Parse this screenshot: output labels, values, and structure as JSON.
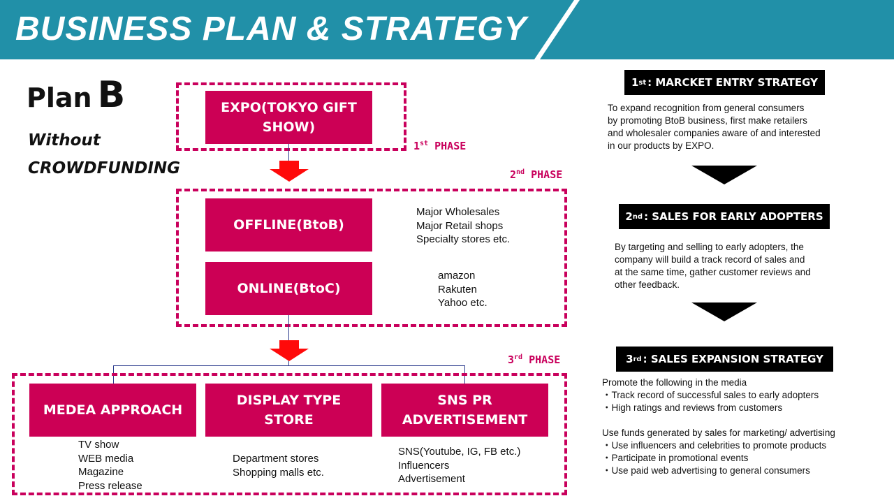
{
  "header": {
    "title": "BUSINESS PLAN & STRATEGY"
  },
  "plan": {
    "word": "Plan",
    "letter": "B",
    "sub1": "Without",
    "sub2": "CROWDFUNDING"
  },
  "phases": {
    "p1": {
      "num": "1",
      "sup": "st",
      "label": "PHASE"
    },
    "p2": {
      "num": "2",
      "sup": "nd",
      "label": "PHASE"
    },
    "p3": {
      "num": "3",
      "sup": "rd",
      "label": "PHASE"
    }
  },
  "boxes": {
    "expo": "EXPO(TOKYO GIFT SHOW)",
    "offline": "OFFLINE(BtoB)",
    "online": "ONLINE(BtoC)",
    "media": "MEDEA APPROACH",
    "display": "DISPLAY TYPE STORE",
    "sns": "SNS PR ADVERTISEMENT"
  },
  "lists": {
    "offline": [
      "Major Wholesales",
      "Major Retail shops",
      "Specialty stores  etc."
    ],
    "online": [
      "amazon",
      "Rakuten",
      "Yahoo  etc."
    ],
    "media": [
      "TV show",
      "WEB media",
      "Magazine",
      "Press release"
    ],
    "display": [
      "Department stores",
      "Shopping malls  etc."
    ],
    "sns": [
      "SNS(Youtube, IG, FB etc.)",
      "Influencers",
      "Advertisement"
    ]
  },
  "right": {
    "s1": {
      "num": "1",
      "sup": "st",
      "label": " : MARCKET ENTRY STRATEGY",
      "lines": [
        "To expand recognition from general consumers",
        " by promoting BtoB business, first make retailers",
        "and wholesaler companies aware of and interested",
        " in our products by EXPO."
      ]
    },
    "s2": {
      "num": "2",
      "sup": "nd",
      "label": " : SALES FOR EARLY ADOPTERS",
      "lines": [
        "By targeting and selling to early adopters, the",
        "company will build a track record of sales and",
        "at the same time, gather customer reviews and",
        "other feedback."
      ]
    },
    "s3": {
      "num": "3",
      "sup": "rd",
      "label": " : SALES EXPANSION STRATEGY",
      "lines": [
        "Promote the following in the media",
        "・Track record of successful sales to early adopters",
        "・High ratings and reviews from customers",
        "",
        "Use funds generated by sales for marketing/ advertising",
        "・Use influencers and celebrities to promote products",
        "・Participate in promotional events",
        "・Use paid web advertising to general consumers"
      ]
    }
  },
  "colors": {
    "header": "#2190a8",
    "accent": "#cc0055",
    "arrow": "#ff0a0a"
  }
}
